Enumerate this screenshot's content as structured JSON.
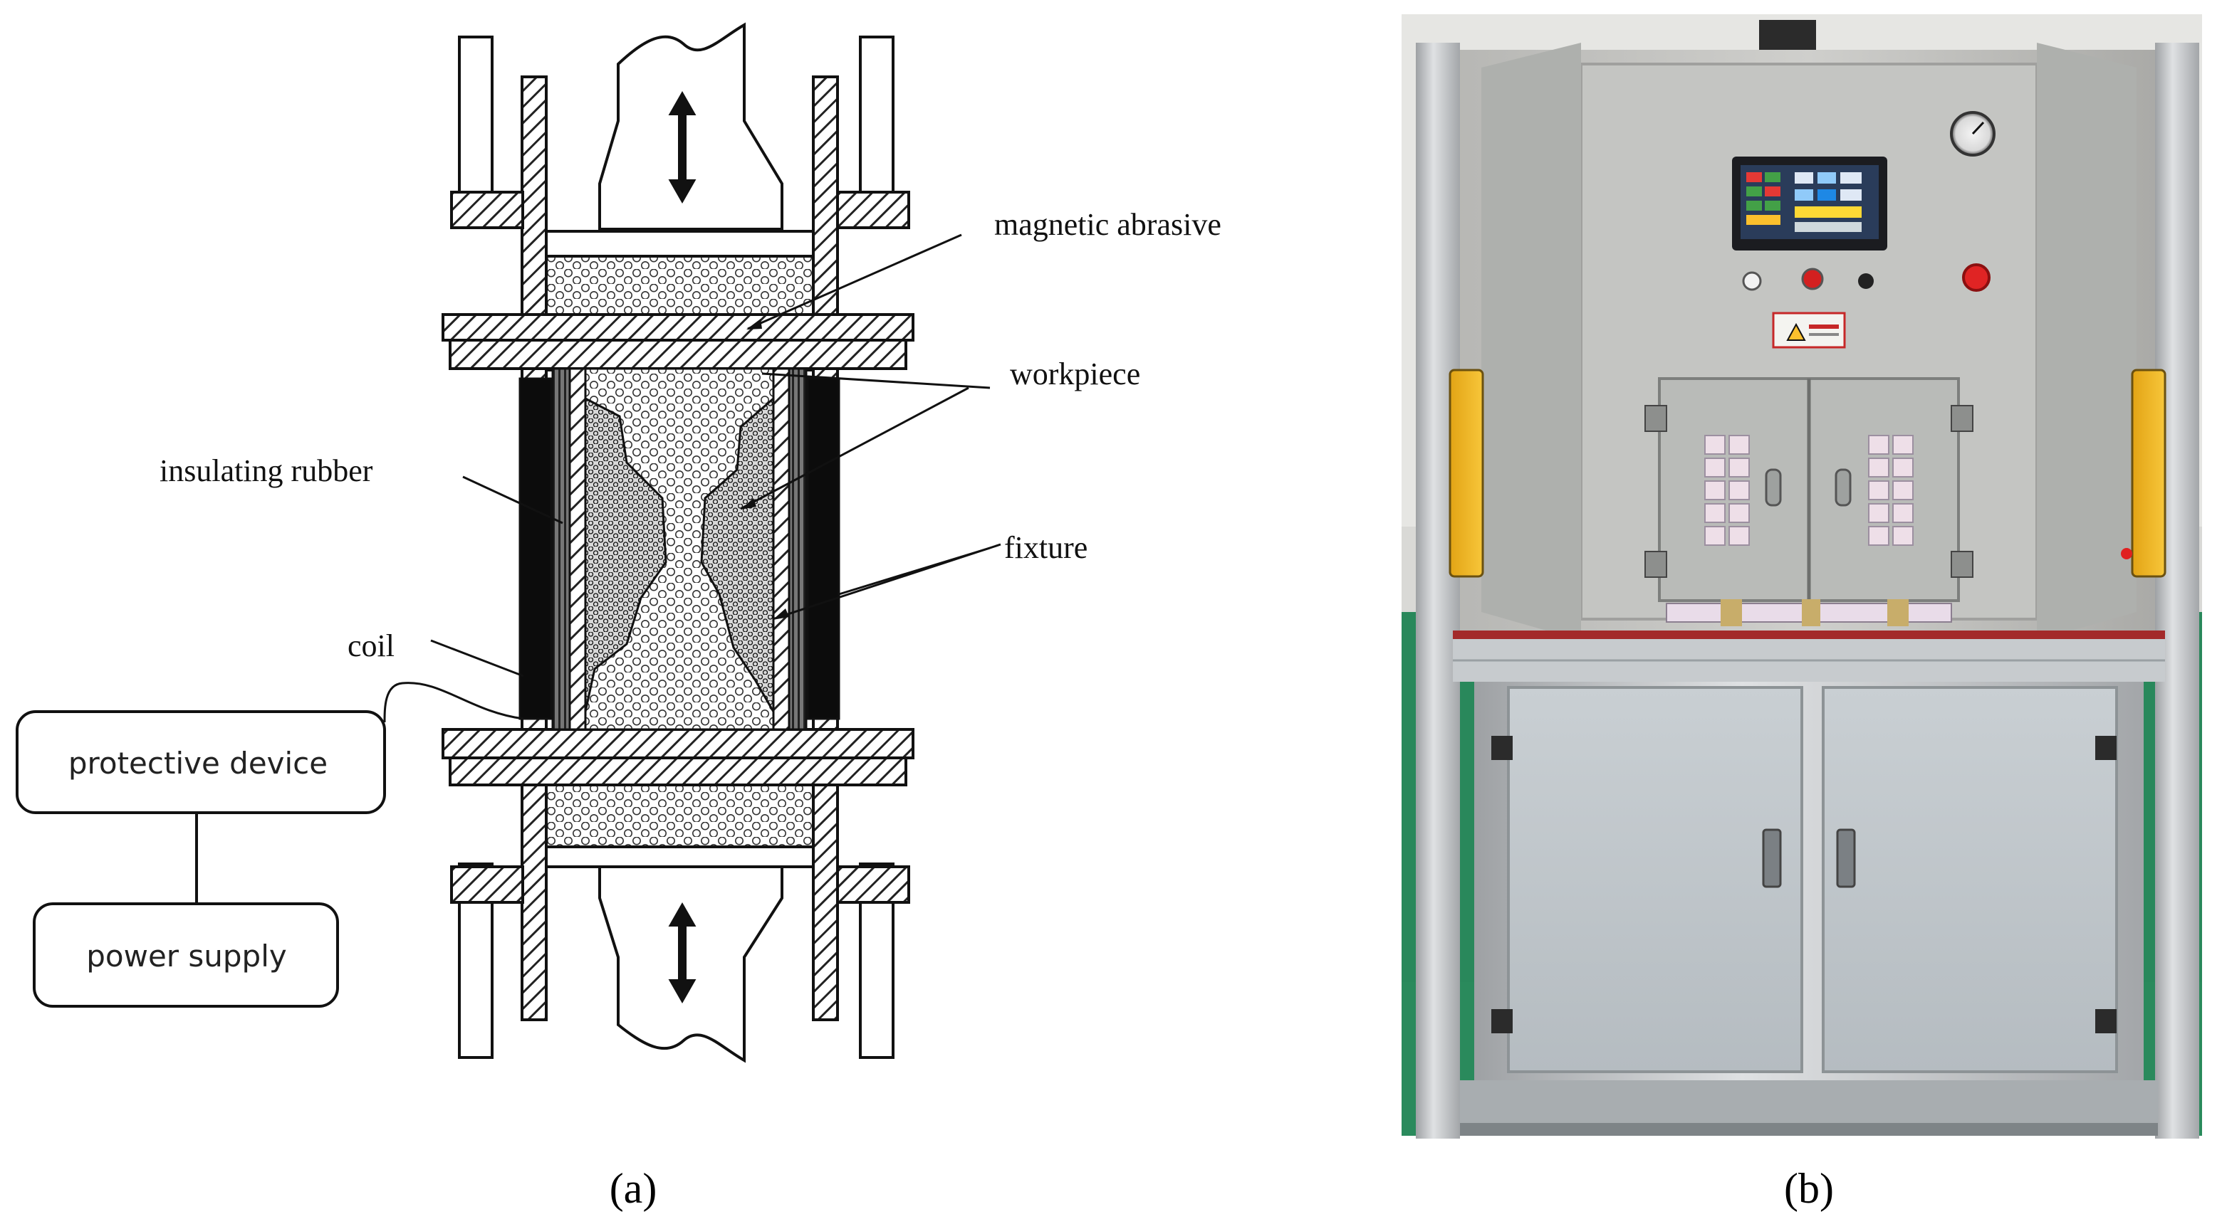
{
  "diagram": {
    "labels": {
      "magnetic_abrasive": "magnetic abrasive",
      "workpiece": "workpiece",
      "insulating_rubber": "insulating rubber",
      "fixture": "fixture",
      "coil": "coil"
    },
    "boxes": {
      "protective_device": "protective device",
      "power_supply": "power supply"
    }
  },
  "captions": {
    "a": "(a)",
    "b": "(b)"
  }
}
